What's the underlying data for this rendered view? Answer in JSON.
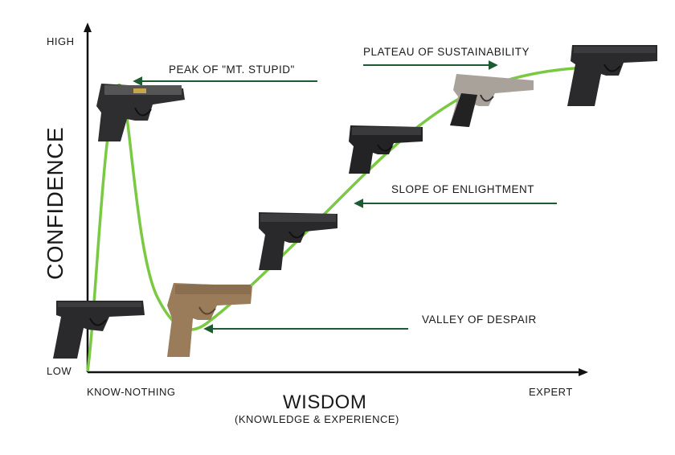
{
  "axis": {
    "y_high": "HIGH",
    "y_low": "LOW",
    "y_title": "CONFIDENCE",
    "x_start": "KNOW-NOTHING",
    "x_end": "EXPERT",
    "x_title": "WISDOM",
    "x_subtitle": "(KNOWLEDGE & EXPERIENCE)"
  },
  "stages": {
    "peak": "PEAK OF \"MT. STUPID\"",
    "plateau": "PLATEAU OF SUSTAINABILITY",
    "slope": "SLOPE OF ENLIGHTMENT",
    "valley": "VALLEY OF DESPAIR"
  },
  "colors": {
    "curve": "#7ac943",
    "arrow": "#1e5a32",
    "axis": "#111111",
    "gun_black": "#2a2a2c",
    "gun_tan": "#9a7b5a",
    "gun_silver": "#a8a29a"
  },
  "icons": [
    "pistol-icon-glock-low",
    "pistol-icon-compact-peak",
    "pistol-icon-tan-valley",
    "pistol-icon-polymer",
    "pistol-icon-hk",
    "pistol-icon-cz",
    "pistol-icon-glock-expert"
  ]
}
